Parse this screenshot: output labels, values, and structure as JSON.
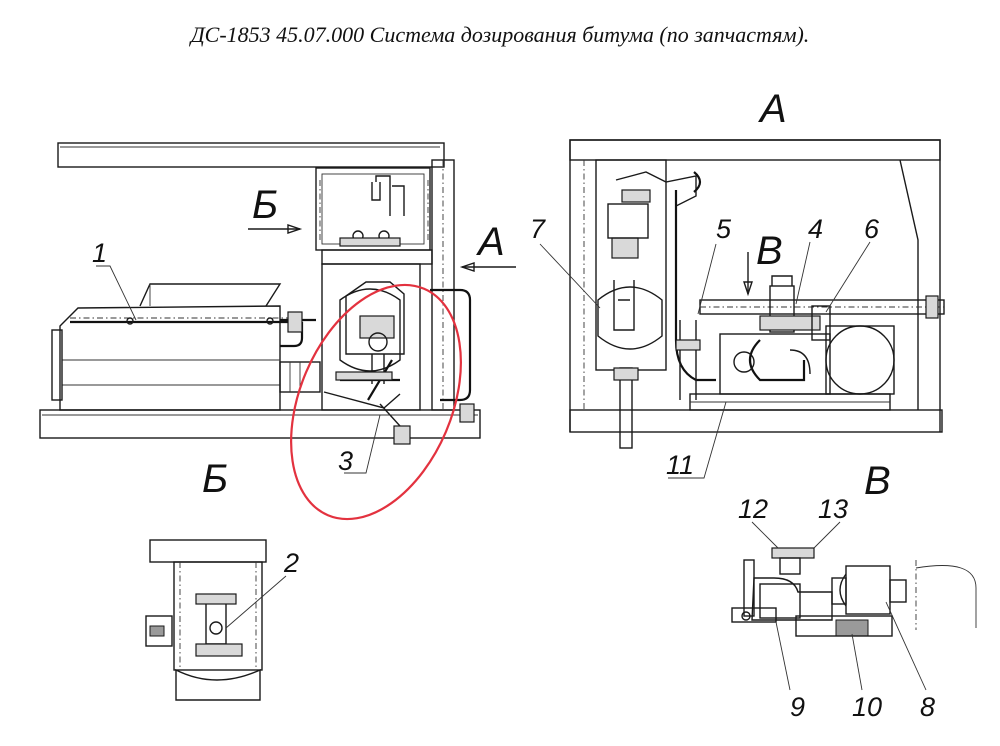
{
  "title": "ДС-1853 45.07.000 Система дозирования битума (по запчастям).",
  "views": {
    "a": "А",
    "b": "Б",
    "v": "В"
  },
  "callouts": [
    "1",
    "2",
    "3",
    "4",
    "5",
    "6",
    "7",
    "8",
    "9",
    "10",
    "11",
    "12",
    "13"
  ],
  "highlight_color": "#e3323f"
}
